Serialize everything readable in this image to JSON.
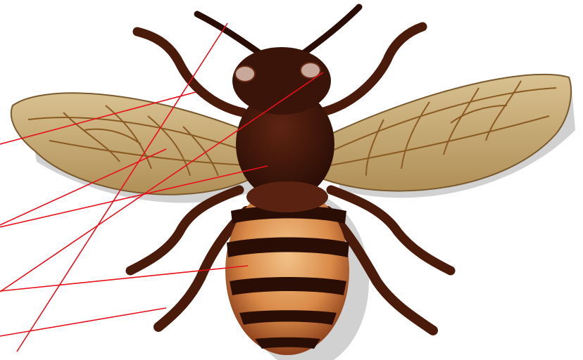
{
  "diagram": {
    "subject": "honeybee",
    "background_color": "#ffffff",
    "leader_line_color": "#e8101a",
    "leader_lines": [
      {
        "id": "antenna"
      },
      {
        "id": "leg-front"
      },
      {
        "id": "wing"
      },
      {
        "id": "thorax"
      },
      {
        "id": "head"
      },
      {
        "id": "abdomen"
      },
      {
        "id": "leg-hind"
      }
    ],
    "colors": {
      "body_dark": "#3a1409",
      "body_mid": "#6a2a14",
      "abdomen_light": "#e7a062",
      "abdomen_dark": "#2a0d05",
      "wing_fill": "#c8ad7a",
      "wing_vein": "#8a5a22",
      "shadow": "#b9b9b9"
    }
  }
}
